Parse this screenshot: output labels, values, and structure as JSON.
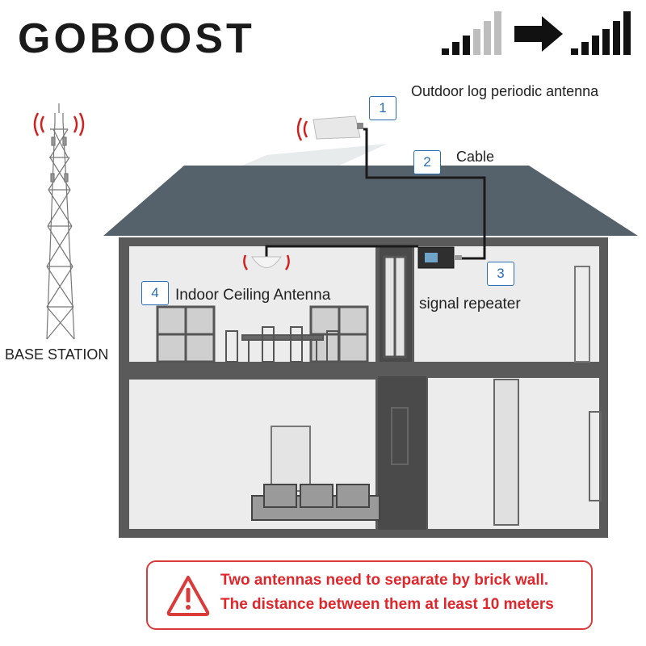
{
  "brand": {
    "logo_text": "GOBOOST",
    "weak_signal_icon": "weak-signal-bars-icon",
    "arrow_icon": "right-arrow-icon",
    "strong_signal_icon": "strong-signal-bars-icon"
  },
  "labels": {
    "outdoor_antenna": "Outdoor log periodic antenna",
    "cable": "Cable",
    "repeater": "signal repeater",
    "indoor_antenna": "Indoor Ceiling Antenna",
    "base_station": "BASE STATION"
  },
  "steps": [
    "1",
    "2",
    "3",
    "4"
  ],
  "warning": {
    "icon": "warning-triangle-icon",
    "line1": "Two antennas need to separate by brick wall.",
    "line2": "The distance between them at least 10 meters"
  },
  "colors": {
    "roof": "#56626b",
    "wall": "#5a5a5a",
    "room": "#ececec",
    "step_box": "#2a6fb3",
    "warning_red": "#e0262b",
    "signal_red": "#d02020"
  }
}
